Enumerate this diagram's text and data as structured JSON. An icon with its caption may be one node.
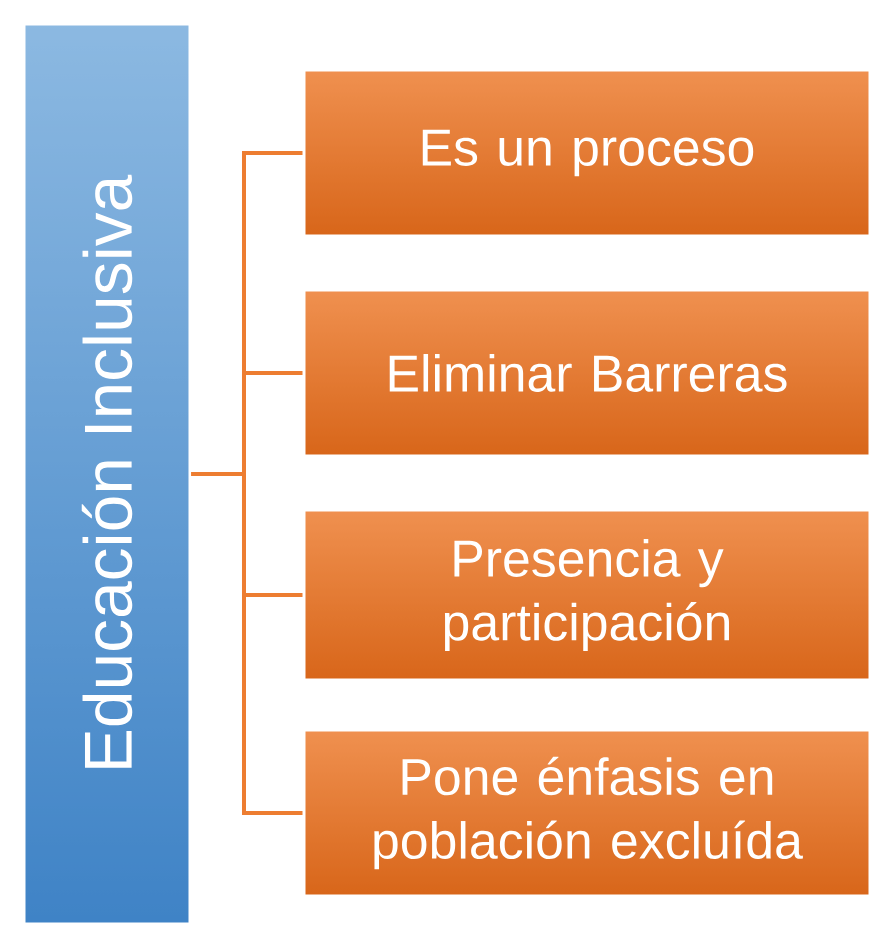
{
  "diagram": {
    "nodes": [
      {
        "text": [
          "Educación Inclusiva"
        ]
      },
      {
        "text": [
          "Es un proceso"
        ]
      },
      {
        "text": [
          "Eliminar Barreras"
        ]
      },
      {
        "text": [
          "Presencia y participación"
        ]
      },
      {
        "text": [
          "Pone énfasis en población excluída"
        ]
      }
    ],
    "edges": [
      {
        "from": 0,
        "to": 1,
        "arrow": "none"
      },
      {
        "from": 0,
        "to": 2,
        "arrow": "none"
      },
      {
        "from": 0,
        "to": 3,
        "arrow": "none"
      },
      {
        "from": 0,
        "to": 4,
        "arrow": "none"
      }
    ]
  }
}
